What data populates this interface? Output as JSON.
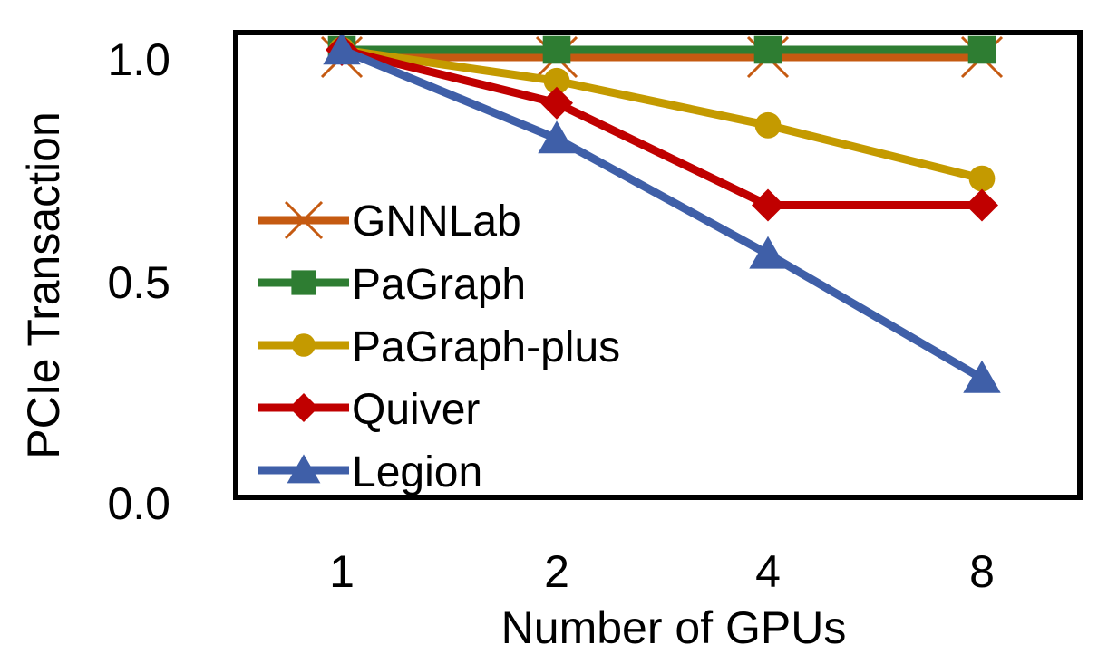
{
  "chart_data": {
    "type": "line",
    "title": "",
    "xlabel": "Number of GPUs",
    "ylabel": "PCIe Transaction",
    "categories": [
      "1",
      "2",
      "4",
      "8"
    ],
    "ylim": [
      0,
      1.0
    ],
    "yticks": [
      "0.0",
      "0.5",
      "1.0"
    ],
    "grid": false,
    "legend_position": "left",
    "series": [
      {
        "name": "GNNLab",
        "values": [
          1.0,
          1.0,
          1.0,
          1.0
        ],
        "color": "#C55A11",
        "marker": "x"
      },
      {
        "name": "PaGraph",
        "values": [
          1.0,
          1.0,
          1.0,
          1.0
        ],
        "color": "#2E7D32",
        "marker": "square"
      },
      {
        "name": "PaGraph-plus",
        "values": [
          1.0,
          0.93,
          0.83,
          0.71
        ],
        "color": "#C49A00",
        "marker": "circle"
      },
      {
        "name": "Quiver",
        "values": [
          1.0,
          0.88,
          0.65,
          0.65
        ],
        "color": "#C00000",
        "marker": "diamond"
      },
      {
        "name": "Legion",
        "values": [
          1.0,
          0.8,
          0.54,
          0.26
        ],
        "color": "#3F5FA8",
        "marker": "triangle"
      }
    ]
  }
}
